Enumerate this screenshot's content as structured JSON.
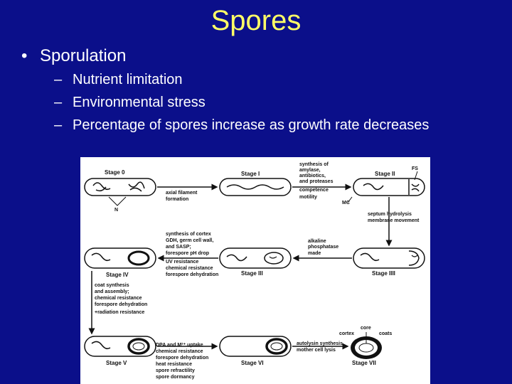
{
  "slide": {
    "title": "Spores",
    "bullet": "Sporulation",
    "sub_bullets": [
      "Nutrient limitation",
      "Environmental stress",
      "Percentage of spores increase as growth rate decreases"
    ]
  },
  "figure": {
    "stages": {
      "s0": "Stage 0",
      "s1": "Stage I",
      "s2": "Stage II",
      "s3": "Stage III",
      "s4": "Stage IIII",
      "s4b": "Stage IV",
      "s5": "Stage V",
      "s6": "Stage VI",
      "s7": "Stage VII"
    },
    "markers": {
      "fs": "FS",
      "mc": "MC",
      "n": "N"
    },
    "notes": {
      "axial": [
        "axial filament",
        "formation"
      ],
      "synth1": [
        "synthesis of",
        "amylase,",
        "antibiotics,",
        "and proteases",
        "competence",
        "motility"
      ],
      "septum": [
        "septum hydrolysis",
        "membrane movement"
      ],
      "alkaline": [
        "alkaline",
        "phosphatase",
        "made"
      ],
      "cortex": [
        "synthesis of cortex",
        "GDH, germ cell wall,",
        "and SASP;",
        "forespore pH drop",
        "UV resistance",
        "chemical resistance",
        "forespore dehydration"
      ],
      "coat": [
        "coat synthesis",
        "and assembly;",
        "chemical resistance",
        "forespore dehydration",
        "+radiation resistance"
      ],
      "dpa": [
        "DPA and M²⁺ uptake",
        "chemical resistance",
        "forespore dehydration",
        "heat resistance",
        "spore refractility",
        "spore dormancy"
      ],
      "autolysin": [
        "autolysin synthesis",
        "mother cell lysis"
      ],
      "spore_parts": {
        "core": "core",
        "cortex": "cortex",
        "coats": "coats"
      }
    }
  }
}
